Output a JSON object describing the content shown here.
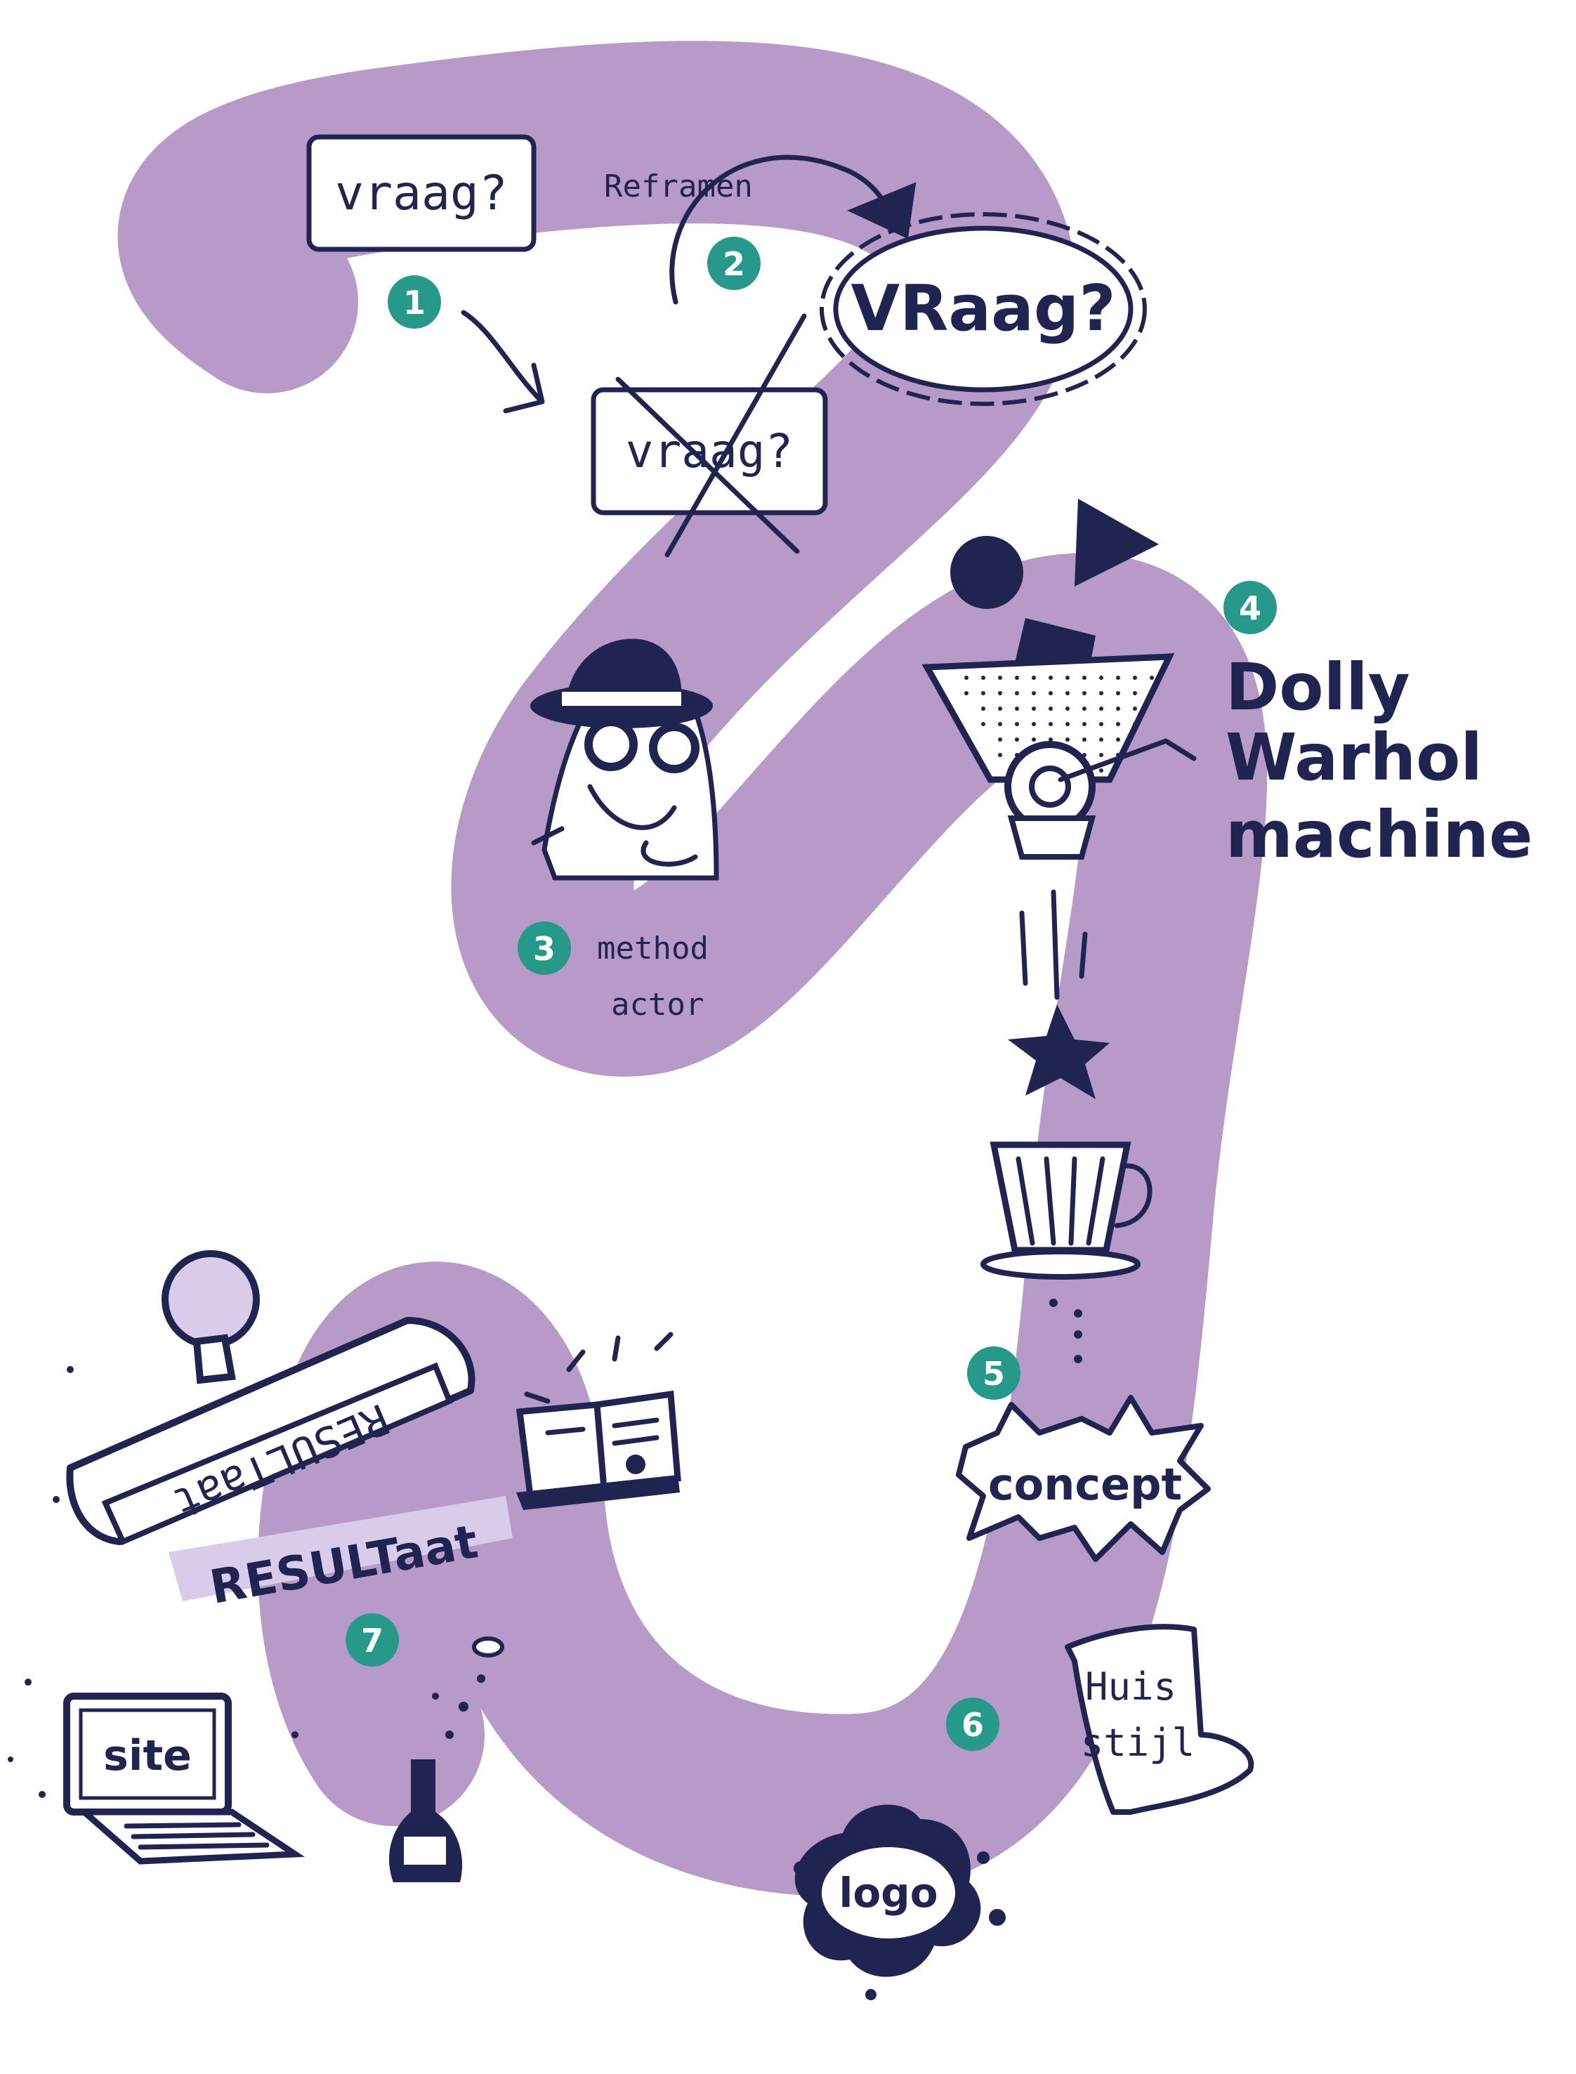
{
  "colors": {
    "path": "#b79ac8",
    "ink": "#1f2450",
    "badge": "#27998a",
    "stamp_shadow": "#d9ccea",
    "paper": "#ffffff"
  },
  "steps": [
    {
      "number": "1"
    },
    {
      "number": "2"
    },
    {
      "number": "3"
    },
    {
      "number": "4"
    },
    {
      "number": "5"
    },
    {
      "number": "6"
    },
    {
      "number": "7"
    }
  ],
  "labels": {
    "vraag_original": "vraag?",
    "reframen": "Reframen",
    "vraag_new": "VRaag?",
    "vraag_crossed": "vraag?",
    "method_actor_line1": "method",
    "method_actor_line2": "actor",
    "machine_line1": "Dolly",
    "machine_line2": "Warhol",
    "machine_line3": "machine",
    "concept": "concept",
    "huisstijl_line1": "Huis",
    "huisstijl_line2": "stijl",
    "logo": "logo",
    "resultaat_stamp_face": "RESULTaat",
    "resultaat_imprint": "RESULTaat",
    "site": "site"
  },
  "icons": [
    "arrow-icon",
    "curved-arrow-icon",
    "detective-icon",
    "funnel-machine-icon",
    "circle-shape-icon",
    "triangle-shape-icon",
    "square-shape-icon",
    "star-icon",
    "glass-icon",
    "speech-burst-icon",
    "scroll-icon",
    "ink-splat-icon",
    "stamp-icon",
    "book-icon",
    "bottle-icon",
    "laptop-icon"
  ]
}
